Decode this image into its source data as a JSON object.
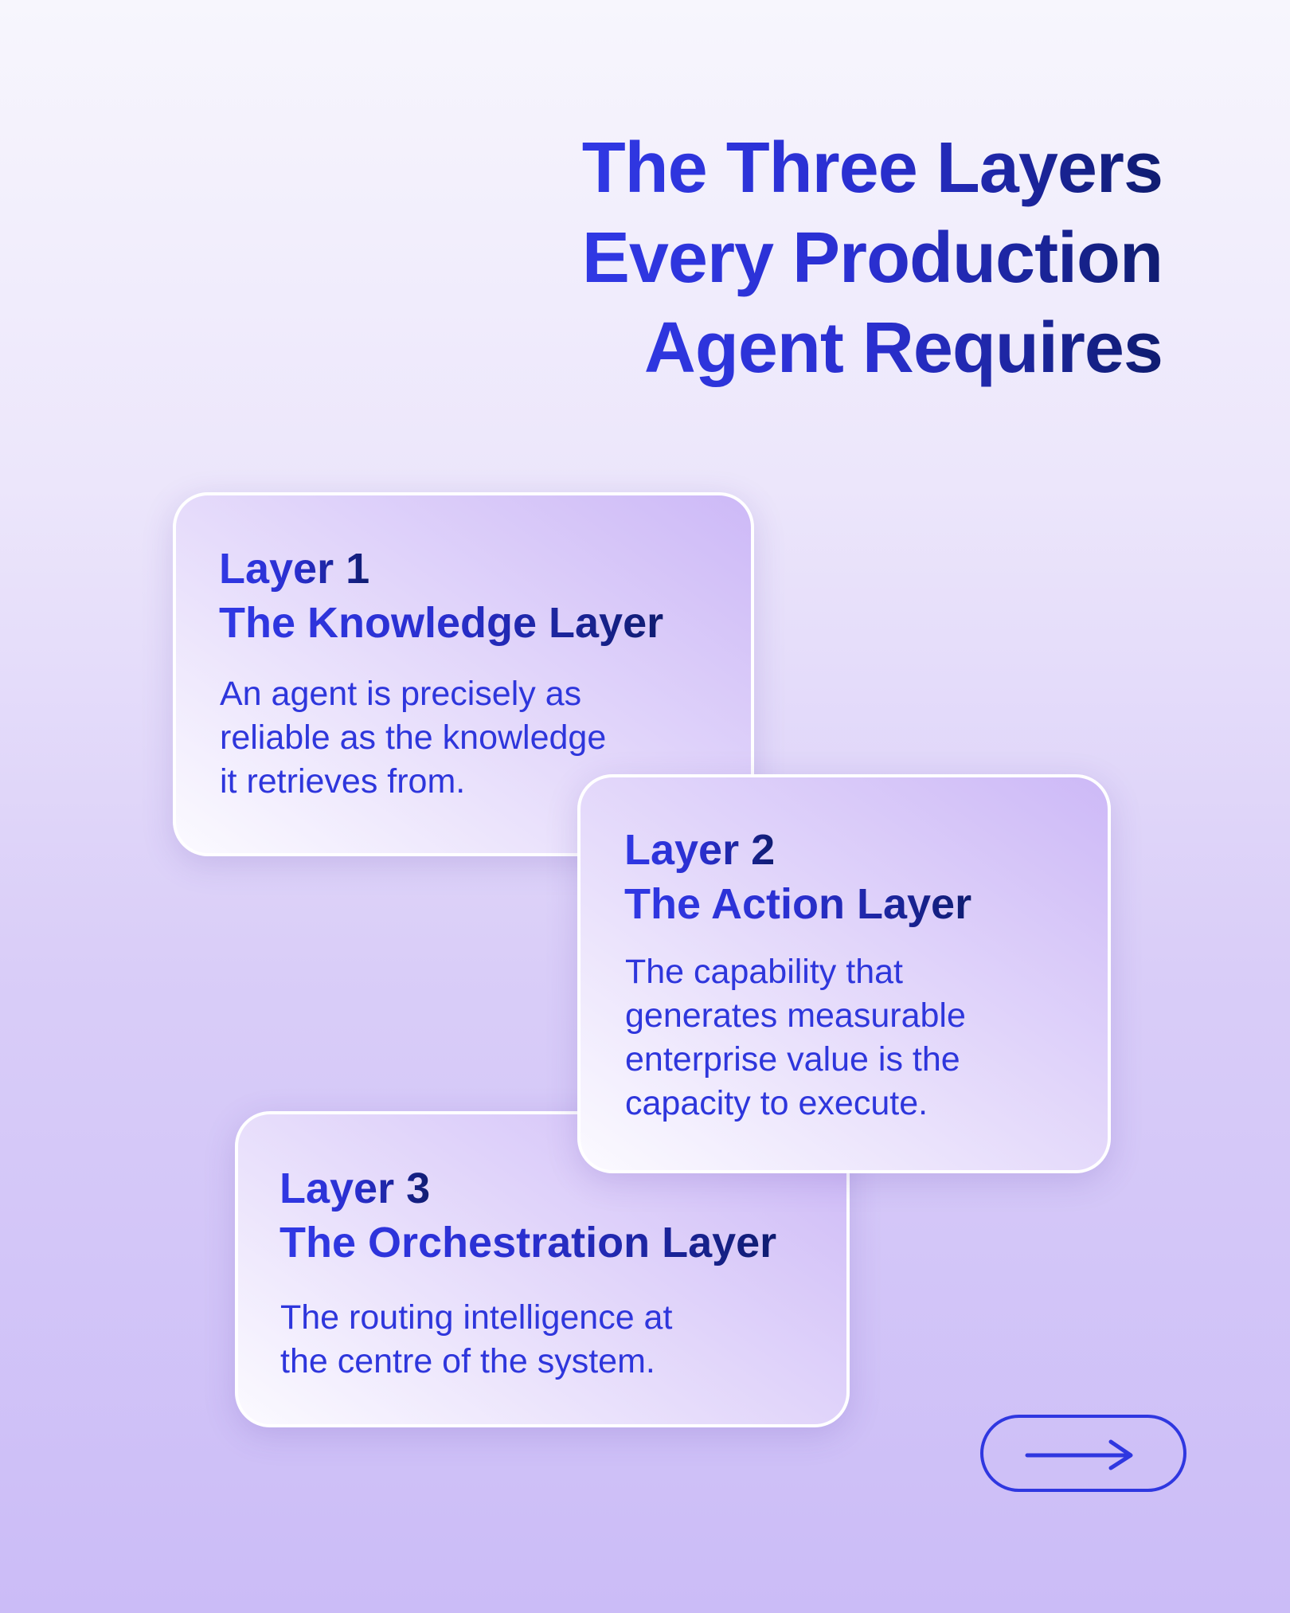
{
  "title": {
    "lines": [
      "The Three Layers",
      "Every Production",
      "Agent Requires"
    ]
  },
  "cards": [
    {
      "label": "Layer 1",
      "name": "The Knowledge Layer",
      "body": [
        "An agent is precisely as",
        "reliable as the knowledge",
        "it retrieves from."
      ]
    },
    {
      "label": "Layer 2",
      "name": "The Action Layer",
      "body": [
        "The capability that",
        "generates measurable",
        "enterprise value is the",
        "capacity to execute."
      ]
    },
    {
      "label": "Layer 3",
      "name": "The Orchestration Layer",
      "body": [
        "The routing intelligence at",
        "the centre of the system."
      ]
    }
  ],
  "next_button": {
    "icon": "arrow-right-icon"
  },
  "colors": {
    "accent": "#2f37e0",
    "dark_accent": "#0f1c70"
  }
}
